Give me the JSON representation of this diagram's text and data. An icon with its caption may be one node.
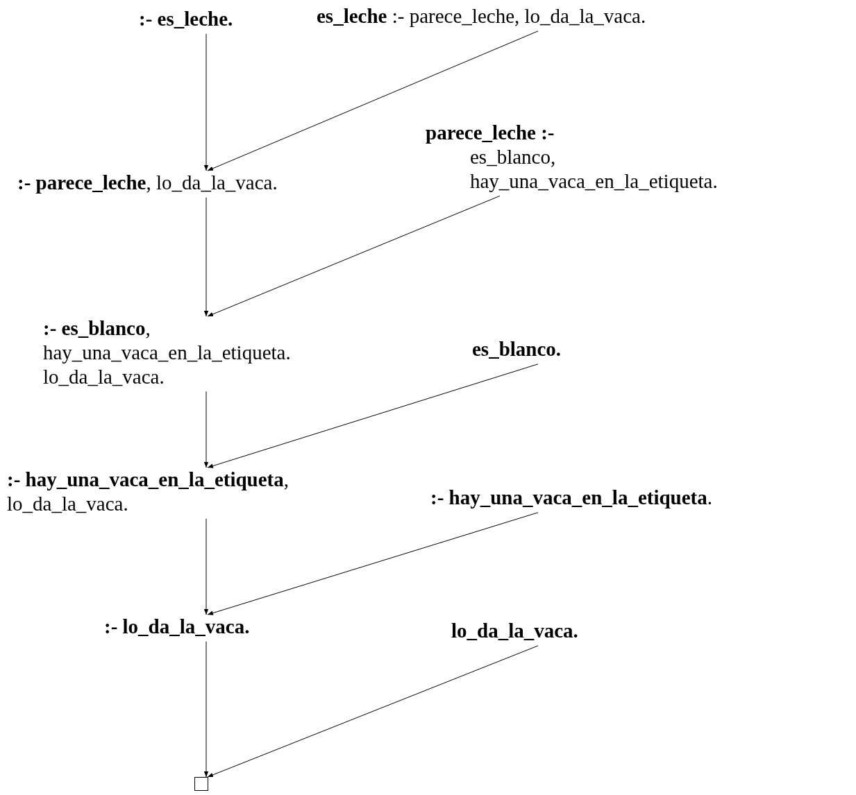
{
  "diagram": {
    "nodes": [
      {
        "text": [
          ":- es_leche."
        ]
      },
      {
        "text": [
          "**es_leche** :- parece_leche, lo_da_la_vaca."
        ]
      },
      {
        "text": [
          "**:- parece_leche**, lo_da_la_vaca."
        ]
      },
      {
        "text": [
          "parece_leche :-",
          "es_blanco, hay_una_vaca_en_la_etiqueta."
        ]
      },
      {
        "text": [
          "**:- es_blanco**, hay_una_vaca_en_la_etiqueta. lo_da_la_vaca."
        ]
      },
      {
        "text": [
          "es_blanco."
        ]
      },
      {
        "text": [
          "**:- hay_una_vaca_en_la_etiqueta**, lo_da_la_vaca."
        ]
      },
      {
        "text": [
          "**:- hay_una_vaca_en_la_etiqueta**."
        ]
      },
      {
        "text": [
          ":- lo_da_la_vaca."
        ]
      },
      {
        "text": [
          "lo_da_la_vaca."
        ]
      },
      {
        "text": [],
        "shape": "box"
      }
    ],
    "edges": [
      {
        "from": 0,
        "to": 2,
        "arrow": "to"
      },
      {
        "from": 1,
        "to": 2,
        "arrow": "to"
      },
      {
        "from": 2,
        "to": 4,
        "arrow": "to"
      },
      {
        "from": 3,
        "to": 4,
        "arrow": "to"
      },
      {
        "from": 4,
        "to": 6,
        "arrow": "to"
      },
      {
        "from": 5,
        "to": 6,
        "arrow": "to"
      },
      {
        "from": 6,
        "to": 8,
        "arrow": "to"
      },
      {
        "from": 7,
        "to": 8,
        "arrow": "to"
      },
      {
        "from": 8,
        "to": 10,
        "arrow": "to"
      },
      {
        "from": 9,
        "to": 10,
        "arrow": "to"
      }
    ]
  }
}
